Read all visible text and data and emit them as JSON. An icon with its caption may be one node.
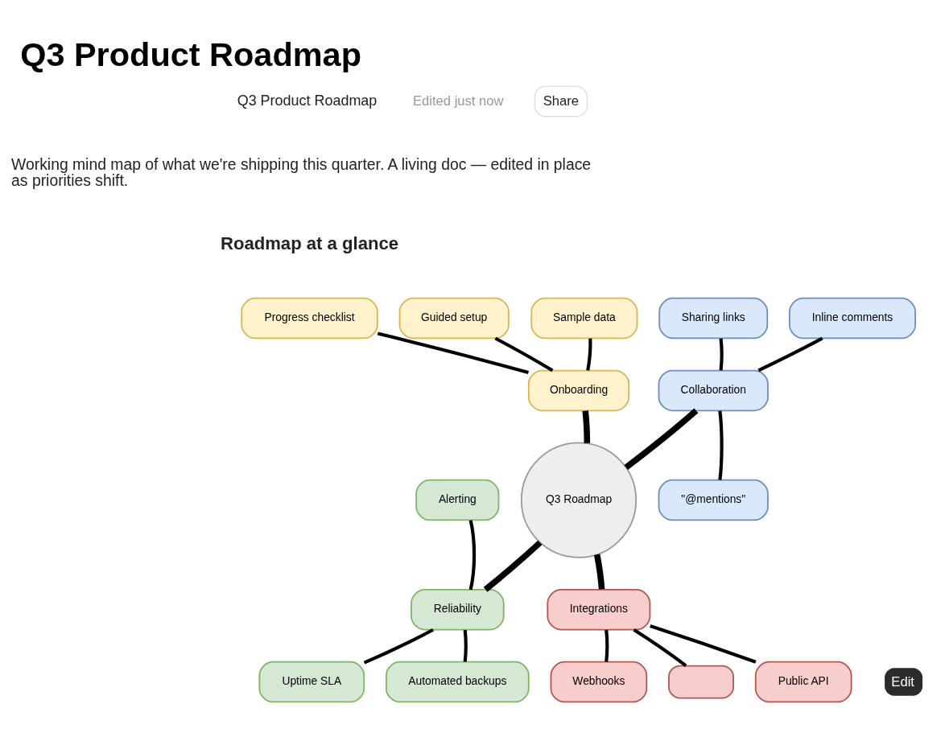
{
  "diagram": {
    "title": "Q3 Product Roadmap",
    "nodes": [
      {
        "text": [
          "Q3 Roadmap"
        ]
      },
      {
        "text": [
          "Onboarding"
        ]
      },
      {
        "text": [
          "Guided setup"
        ]
      },
      {
        "text": [
          "Sample data"
        ]
      },
      {
        "text": [
          "Progress checklist"
        ]
      },
      {
        "text": [
          "Collaboration"
        ]
      },
      {
        "text": [
          "Sharing links"
        ]
      },
      {
        "text": [
          "Inline comments"
        ]
      },
      {
        "text": [
          "\"@mentions\""
        ]
      },
      {
        "text": [
          "Integrations"
        ]
      },
      {
        "text": [
          "Public API"
        ]
      },
      {
        "text": [],
        "shape": "box"
      },
      {
        "text": [
          "Webhooks"
        ]
      },
      {
        "text": [
          "Reliability"
        ]
      },
      {
        "text": [
          "Alerting"
        ]
      },
      {
        "text": [
          "Uptime SLA"
        ]
      },
      {
        "text": [
          "Automated backups"
        ]
      }
    ],
    "edges": [
      {
        "from": 0,
        "to": 1,
        "arrow": "none",
        "style": "thick"
      },
      {
        "from": 1,
        "to": 2,
        "arrow": "none"
      },
      {
        "from": 1,
        "to": 3,
        "arrow": "none"
      },
      {
        "from": 1,
        "to": 4,
        "arrow": "none"
      },
      {
        "from": 0,
        "to": 5,
        "arrow": "none",
        "style": "thick"
      },
      {
        "from": 5,
        "to": 6,
        "arrow": "none"
      },
      {
        "from": 5,
        "to": 7,
        "arrow": "none"
      },
      {
        "from": 5,
        "to": 8,
        "arrow": "none"
      },
      {
        "from": 0,
        "to": 9,
        "arrow": "none",
        "style": "thick"
      },
      {
        "from": 9,
        "to": 10,
        "arrow": "none"
      },
      {
        "from": 9,
        "to": 11,
        "arrow": "none"
      },
      {
        "from": 9,
        "to": 12,
        "arrow": "none"
      },
      {
        "from": 0,
        "to": 13,
        "arrow": "none",
        "style": "thick"
      },
      {
        "from": 13,
        "to": 14,
        "arrow": "none"
      },
      {
        "from": 13,
        "to": 15,
        "arrow": "none"
      },
      {
        "from": 13,
        "to": 16,
        "arrow": "none"
      }
    ],
    "labels": [
      "Q3 Product Roadmap",
      "Edited just now",
      "Share",
      "Working mind map of what we're shipping this quarter. A living doc — edited in place as priorities shift.",
      "Roadmap at a glance",
      "Edit"
    ]
  }
}
